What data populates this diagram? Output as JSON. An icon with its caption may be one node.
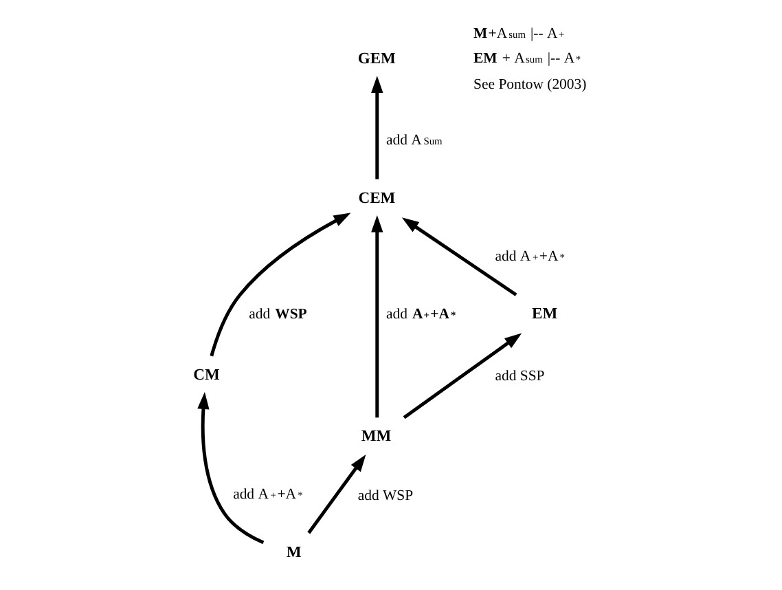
{
  "diagram": {
    "nodes": [
      {
        "text": [
          "GEM"
        ]
      },
      {
        "text": [
          "CEM"
        ]
      },
      {
        "text": [
          "CM"
        ]
      },
      {
        "text": [
          "EM"
        ]
      },
      {
        "text": [
          "MM"
        ]
      },
      {
        "text": [
          "M"
        ]
      }
    ],
    "edges": [
      {
        "from": 1,
        "to": 0,
        "arrow": "to",
        "label": "add A$_{Sum}$"
      },
      {
        "from": 2,
        "to": 1,
        "arrow": "to",
        "label": "add **WSP**"
      },
      {
        "from": 3,
        "to": 1,
        "arrow": "to",
        "label": "add A$_{+}$+A$_{*}$"
      },
      {
        "from": 4,
        "to": 1,
        "arrow": "to",
        "label": "add **A$_{+}$+A$_{*}$**"
      },
      {
        "from": 4,
        "to": 3,
        "arrow": "to",
        "label": "add SSP"
      },
      {
        "from": 5,
        "to": 2,
        "arrow": "to",
        "label": "add A$_{+}$+A$_{*}$"
      },
      {
        "from": 5,
        "to": 4,
        "arrow": "to",
        "label": "add WSP"
      }
    ],
    "labels": [
      "**M**+A$_{sum}$ |-- A$_{+}$",
      "**EM** + A$_{sum}$ |-- A$_{*}$",
      "See Pontow (2003)"
    ]
  }
}
